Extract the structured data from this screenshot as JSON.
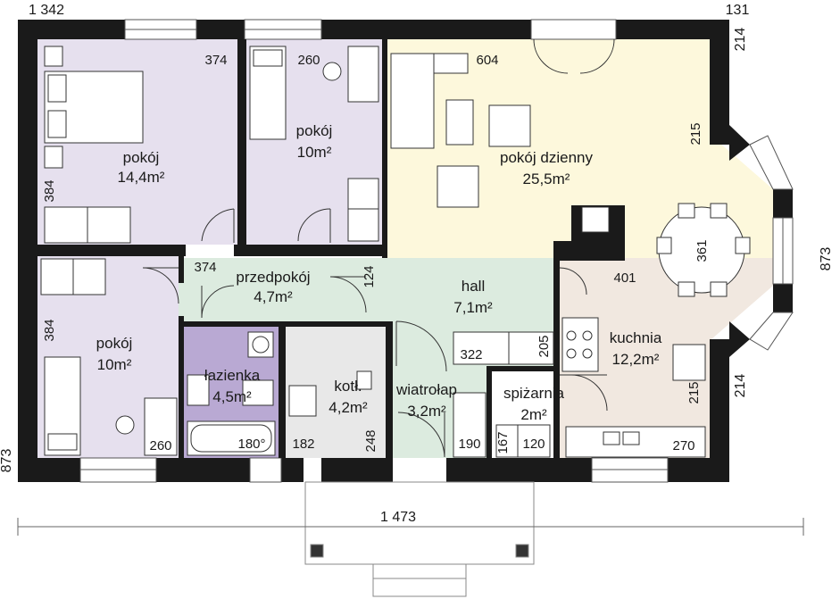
{
  "rooms": {
    "bedroom1": {
      "name": "pokój",
      "area": "14,4m²",
      "dim_a": "374",
      "dim_b": "384"
    },
    "bedroom2": {
      "name": "pokój",
      "area": "10m²",
      "dim_a": "260"
    },
    "living": {
      "name": "pokój dzienny",
      "area": "25,5m²",
      "dim_a": "604",
      "dim_b": "215",
      "dim_table": "361"
    },
    "bedroom3": {
      "name": "pokój",
      "area": "10m²",
      "dim_a": "384",
      "dim_b": "260"
    },
    "hallway": {
      "name": "przedpokój",
      "area": "4,7m²",
      "dim_a": "374",
      "dim_b": "124"
    },
    "hall": {
      "name": "hall",
      "area": "7,1m²",
      "dim_a": "322",
      "dim_b": "205"
    },
    "kitchen": {
      "name": "kuchnia",
      "area": "12,2m²",
      "dim_a": "401",
      "dim_b": "215",
      "dim_c": "270"
    },
    "bathroom": {
      "name": "łazienka",
      "area": "4,5m²",
      "dim_a": "180°"
    },
    "boiler": {
      "name": "kotł.",
      "area": "4,2m²",
      "dim_a": "182",
      "dim_b": "248"
    },
    "vestibule": {
      "name": "wiatrołap",
      "area": "3,2m²",
      "dim_a": "190"
    },
    "pantry": {
      "name": "spiżarnia",
      "area": "2m²",
      "dim_a": "167",
      "dim_b": "120"
    }
  },
  "dimensions": {
    "top_left": "1 342",
    "top_right": "131",
    "right_top": "214",
    "right_total": "873",
    "right_bottom": "214",
    "left_total": "873",
    "bottom_total": "1 473"
  },
  "colors": {
    "bedroom": "#e6e0ee",
    "living": "#fdf8dc",
    "circulation": "#dcebdf",
    "kitchen": "#f1e8e0",
    "bathroom": "#b9a9d3",
    "boiler": "#e8e8e8",
    "pantry": "#ffffff",
    "wall": "#1a1a1a",
    "window": "#ffffff"
  }
}
